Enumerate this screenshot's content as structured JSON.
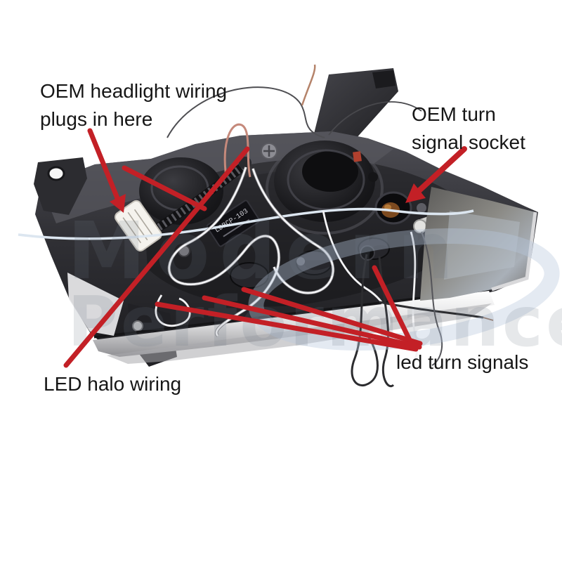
{
  "annotations": {
    "oem_headlight_wiring": {
      "line1": "OEM headlight wiring",
      "line2": "plugs in here"
    },
    "oem_turn_signal_socket": {
      "line1": "OEM turn",
      "line2": "signal socket"
    },
    "led_halo_wiring": {
      "label": "LED halo wiring"
    },
    "led_turn_signals": {
      "label": "led turn signals"
    }
  },
  "photo": {
    "inline_component_label": "LDBCP-103",
    "watermark": {
      "line1": "Modern",
      "line2": "Performance"
    }
  },
  "colors": {
    "annotation_arrow": "#c32026",
    "annotation_text": "#161616",
    "page_background": "#ffffff"
  }
}
